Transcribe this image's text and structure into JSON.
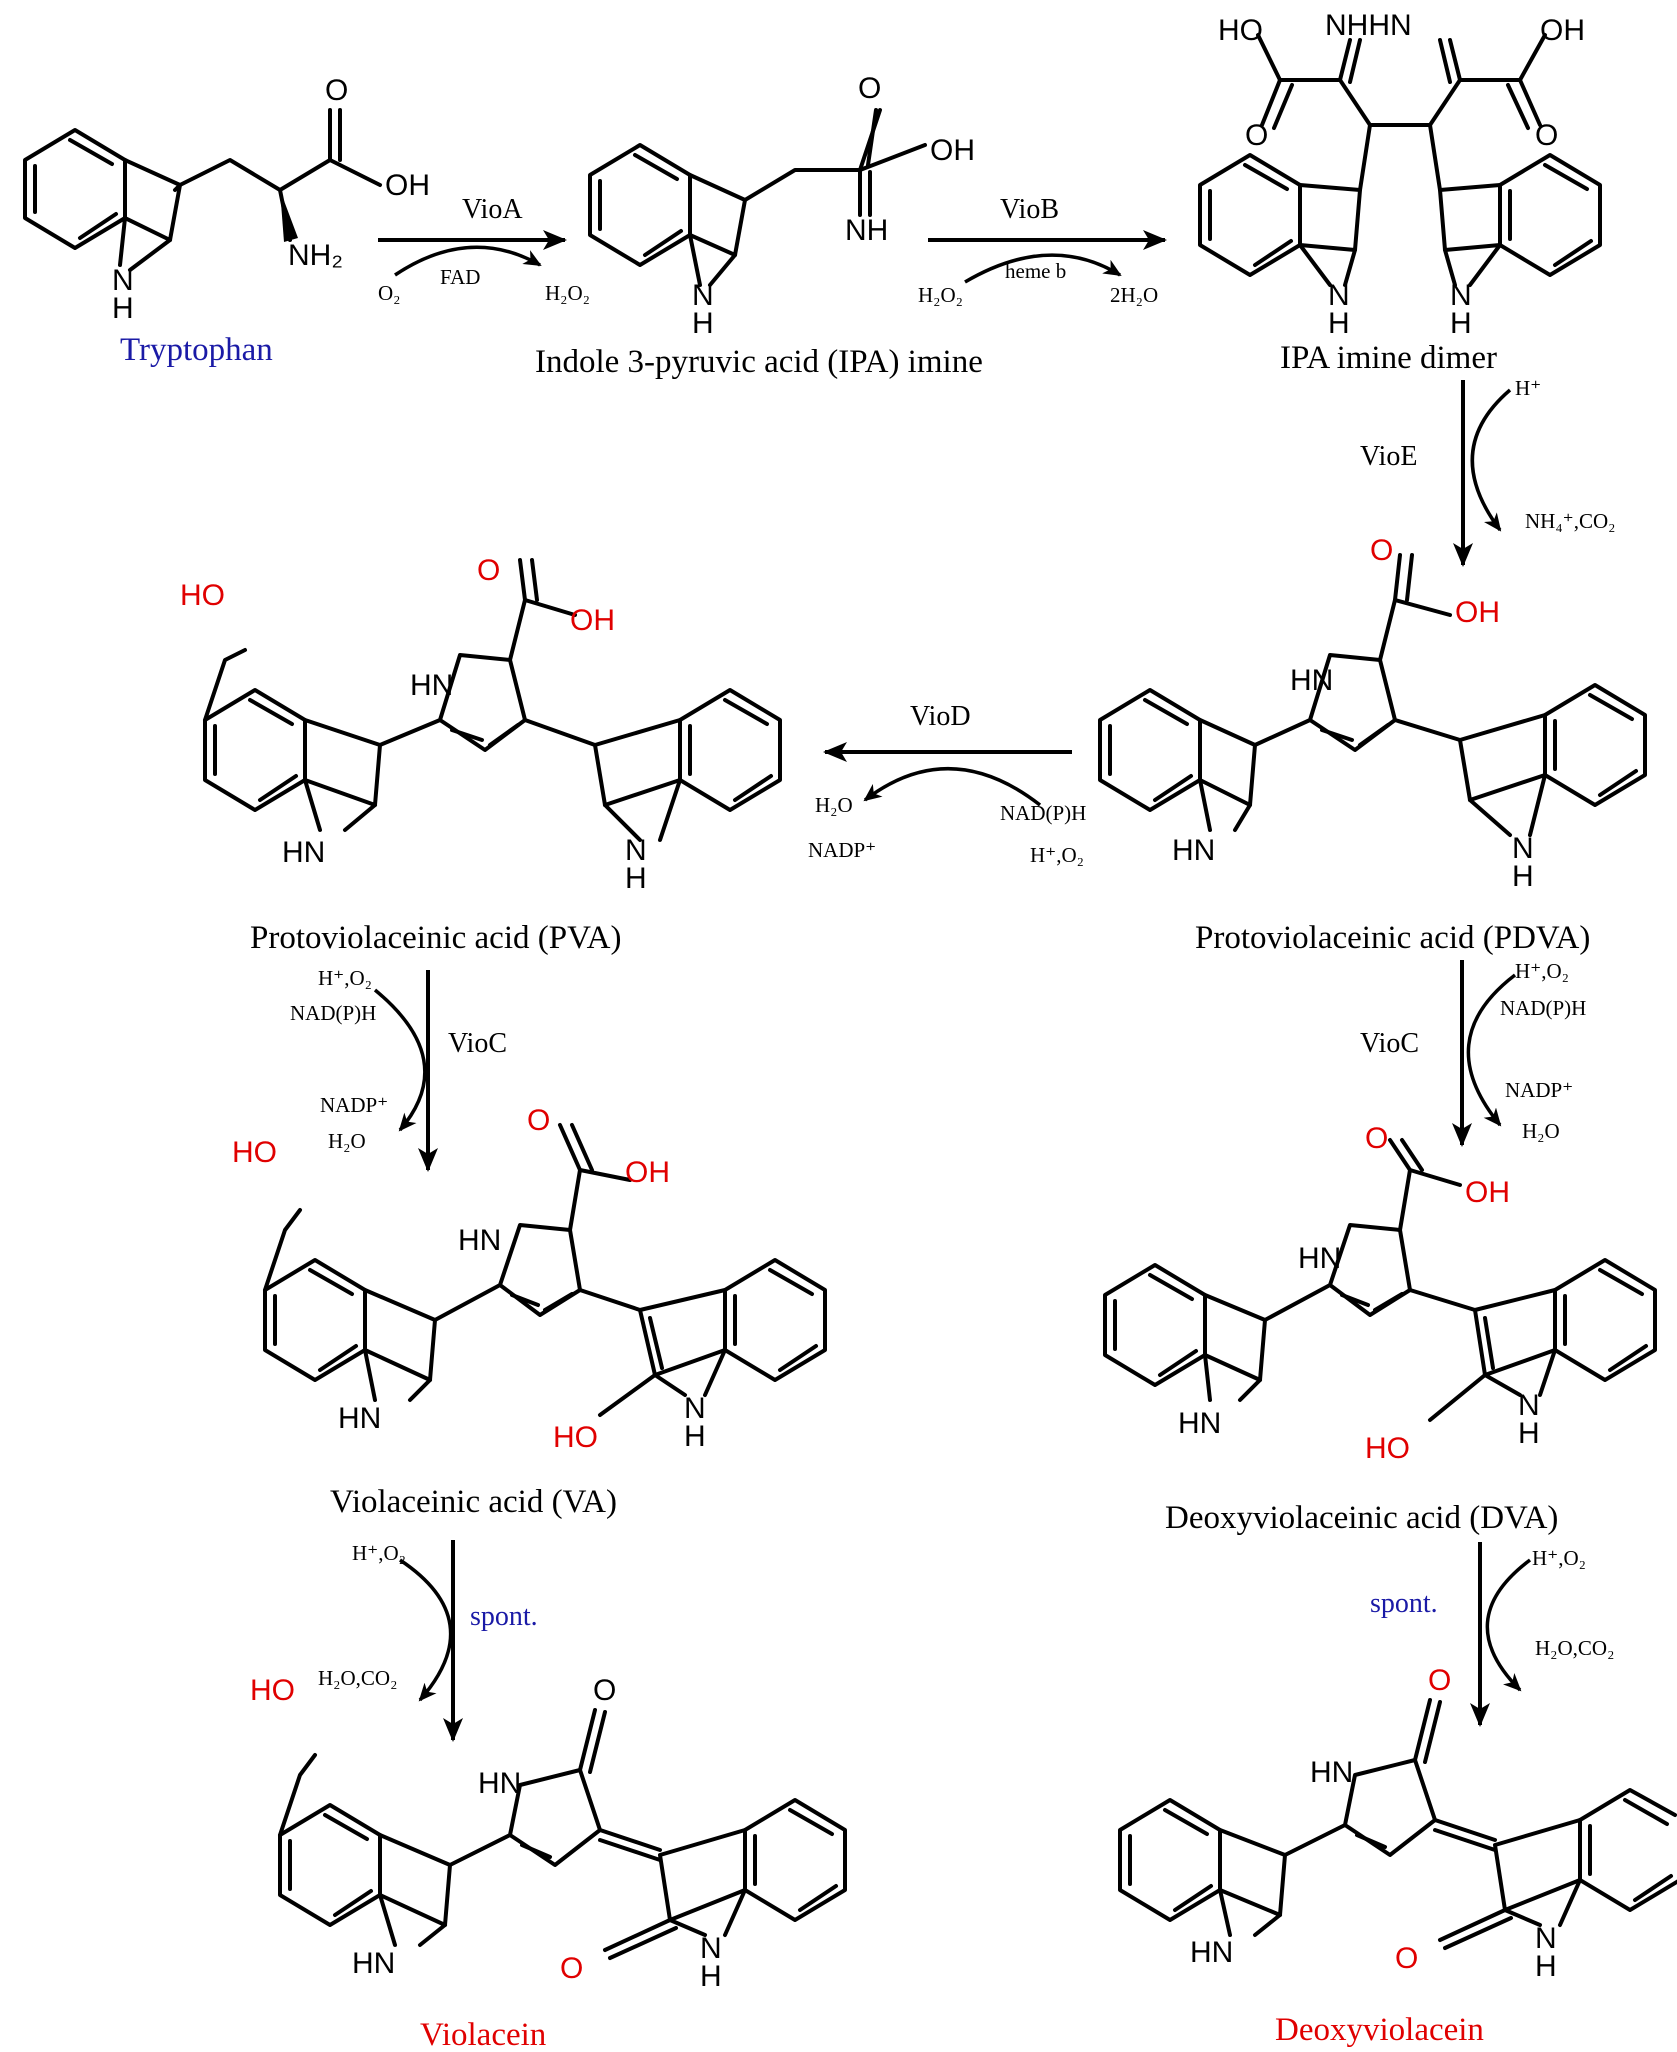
{
  "colors": {
    "black": "#000000",
    "red": "#e00000",
    "blue": "#1a1aa6"
  },
  "compounds": {
    "tryptophan": "Tryptophan",
    "ipa_imine": "Indole 3-pyruvic acid (IPA) imine",
    "ipa_dimer": "IPA imine dimer",
    "pdva": "Protoviolaceinic acid (PDVA)",
    "pva": "Protoviolaceinic acid (PVA)",
    "va": "Violaceinic acid (VA)",
    "dva": "Deoxyviolaceinic acid (DVA)",
    "violacein": "Violacein",
    "deoxyviolacein": "Deoxyviolacein"
  },
  "enzymes": {
    "vioA": "VioA",
    "vioB": "VioB",
    "vioE": "VioE",
    "vioD": "VioD",
    "vioC_left": "VioC",
    "vioC_right": "VioC",
    "spont_left": "spont.",
    "spont_right": "spont."
  },
  "cofactors": {
    "vioA_in": "O₂",
    "vioA_mid": "FAD",
    "vioA_out": "H₂O₂",
    "vioB_in": "H₂O₂",
    "vioB_mid": "heme b",
    "vioB_out": "2H₂O",
    "vioE_in": "H⁺",
    "vioE_out": "NH₄⁺,CO₂",
    "vioD_in1": "NAD(P)H",
    "vioD_in2": "H⁺,O₂",
    "vioD_out1": "H₂O",
    "vioD_out2": "NADP⁺",
    "vioCL_in1": "H⁺,O₂",
    "vioCL_in2": "NAD(P)H",
    "vioCL_out1": "NADP⁺",
    "vioCL_out2": "H₂O",
    "vioCR_in1": "H⁺,O₂",
    "vioCR_in2": "NAD(P)H",
    "vioCR_out1": "NADP⁺",
    "vioCR_out2": "H₂O",
    "spL_in": "H⁺,O₂",
    "spL_out": "H₂O,CO₂",
    "spR_in": "H⁺,O₂",
    "spR_out": "H₂O,CO₂"
  },
  "atoms": {
    "OH": "OH",
    "HO": "HO",
    "O": "O",
    "NH": "NH",
    "HN": "HN",
    "H": "H",
    "N": "N",
    "NH2": "NH₂",
    "NHHN": "NHHN"
  }
}
